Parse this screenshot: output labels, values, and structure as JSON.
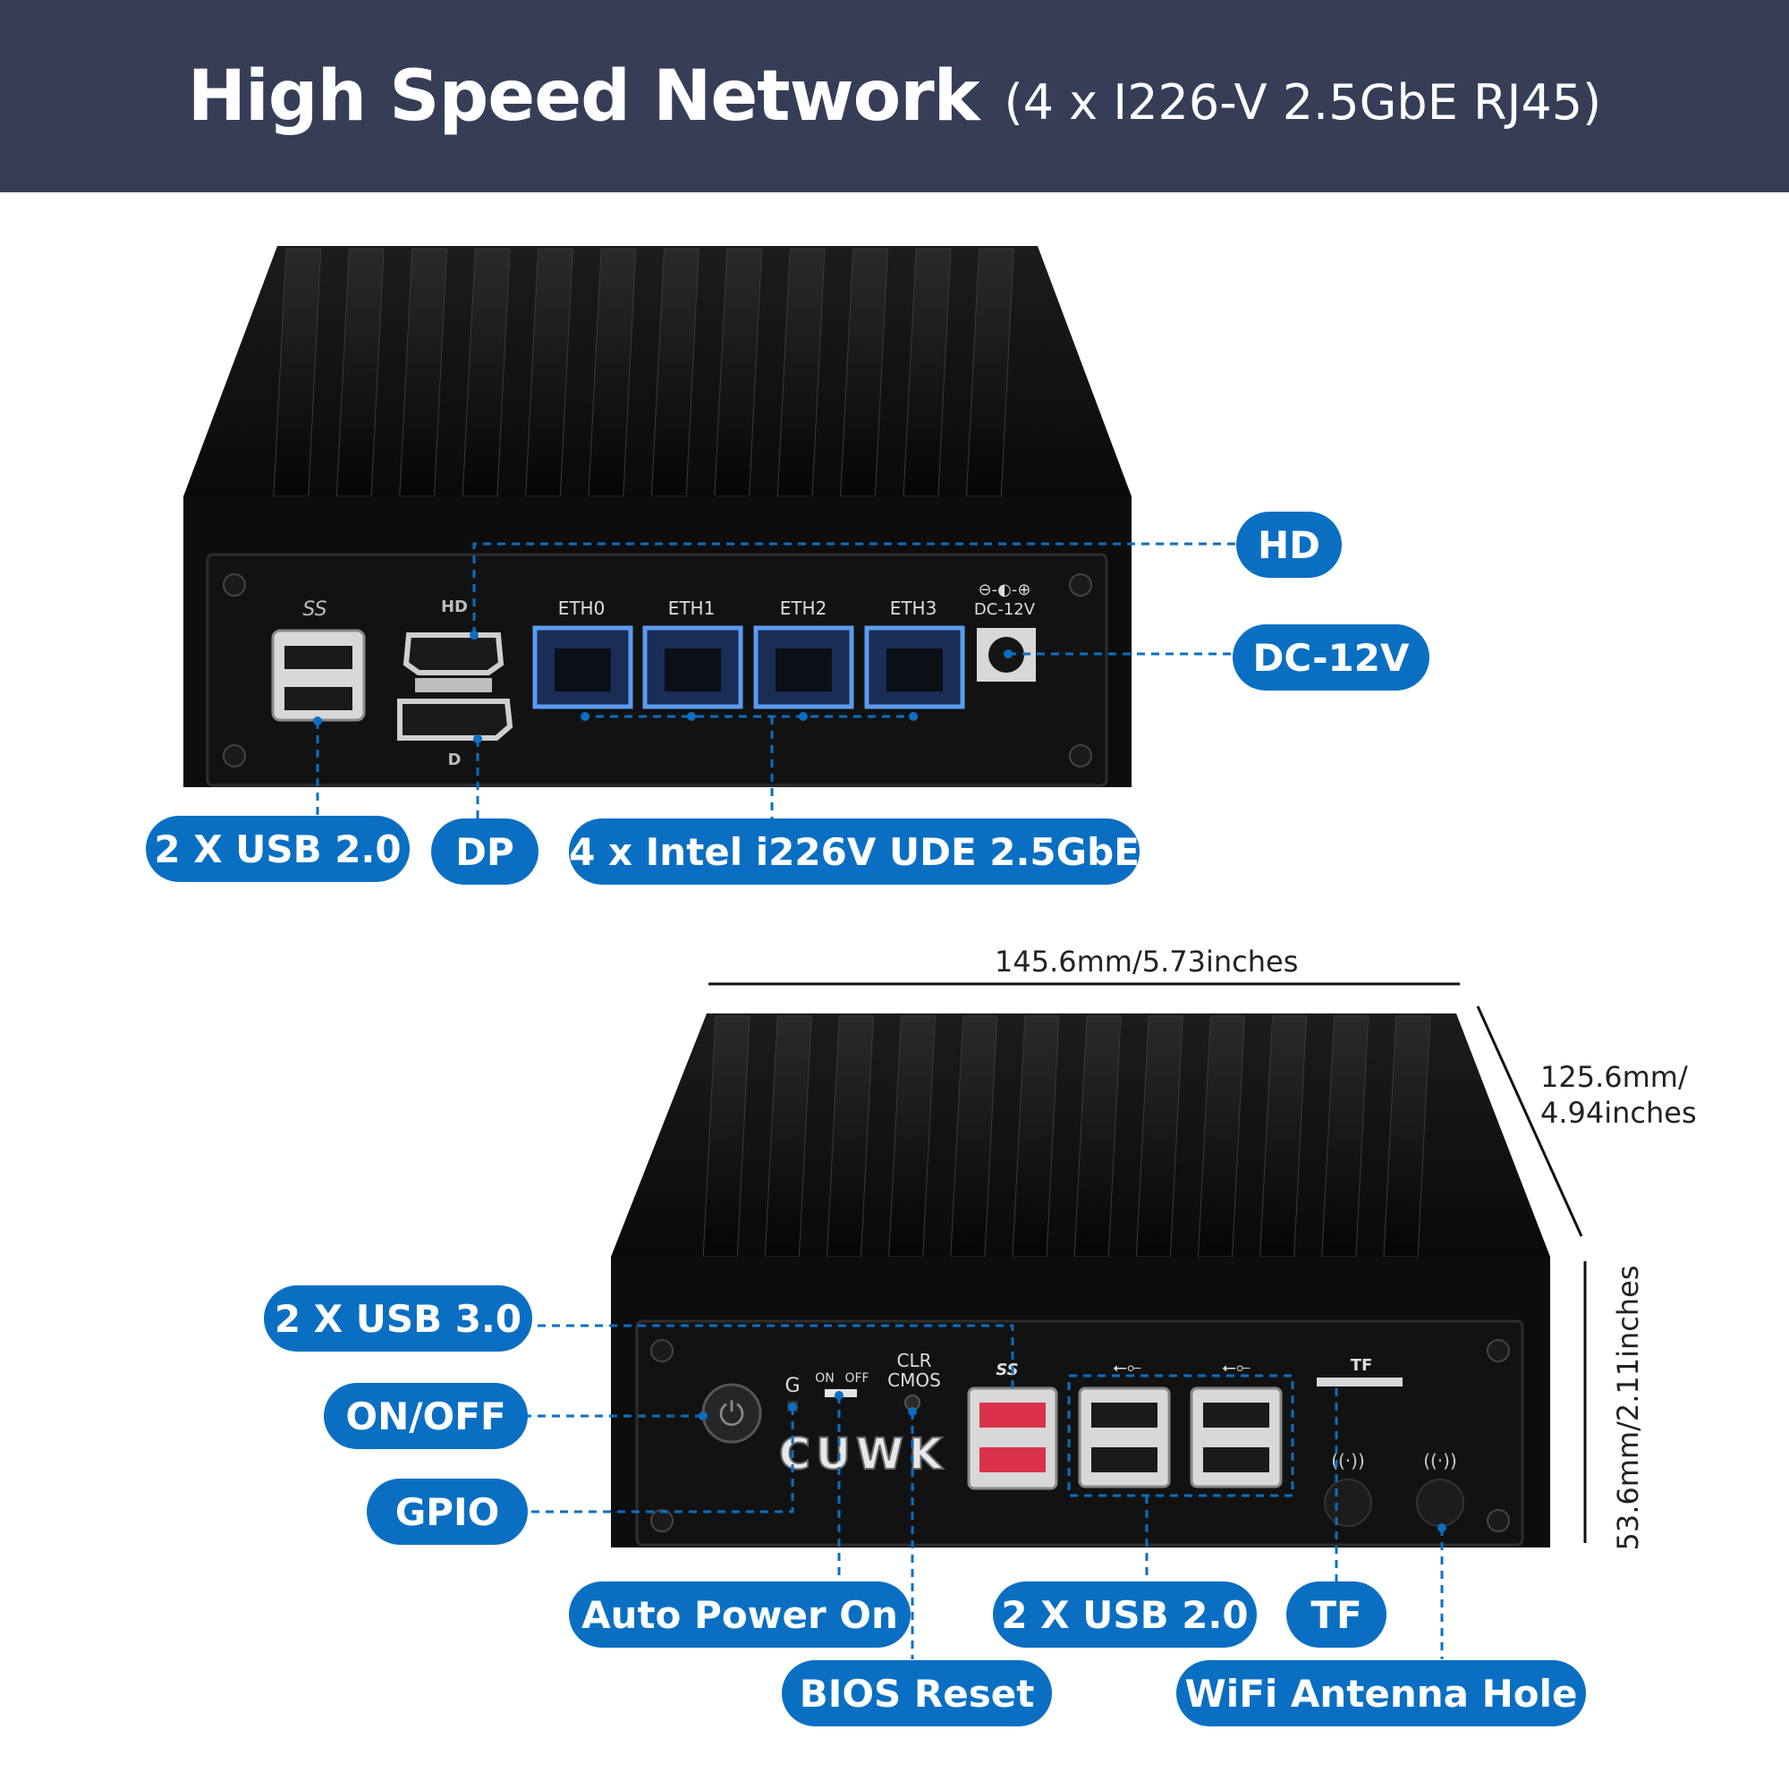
{
  "header": {
    "title": "High Speed Network",
    "subtitle": "(4 x I226-V 2.5GbE RJ45)"
  },
  "top_device": {
    "port_labels": {
      "usb": "SS",
      "hd_icon": "HD",
      "eth0": "ETH0",
      "eth1": "ETH1",
      "eth2": "ETH2",
      "eth3": "ETH3",
      "dc": "DC-12V"
    },
    "callouts": {
      "hd": "HD",
      "dc": "DC-12V",
      "usb": "2 X USB 2.0",
      "dp": "DP",
      "ethernet": "4 x Intel i226V UDE 2.5GbE"
    }
  },
  "bottom_device": {
    "brand": "CUWK",
    "port_labels": {
      "gpio": "G",
      "on": "ON",
      "off": "OFF",
      "clr": "CLR",
      "cmos": "CMOS",
      "usb3": "SS",
      "tf": "TF"
    },
    "callouts": {
      "usb3": "2 X USB 3.0",
      "onoff": "ON/OFF",
      "gpio": "GPIO",
      "auto_power": "Auto Power On",
      "bios_reset": "BIOS Reset",
      "usb2": "2 X USB 2.0",
      "tf": "TF",
      "wifi": "WiFi Antenna Hole"
    },
    "dimensions": {
      "width": "145.6mm/5.73inches",
      "depth_line1": "125.6mm/",
      "depth_line2": "4.94inches",
      "height": "53.6mm/2.11inches"
    }
  },
  "colors": {
    "header_bg": "#363e57",
    "callout_bg": "#0a6fc2",
    "device": "#111111",
    "port_glow": "#3d7bd6",
    "usb3_red": "#d9324a"
  }
}
